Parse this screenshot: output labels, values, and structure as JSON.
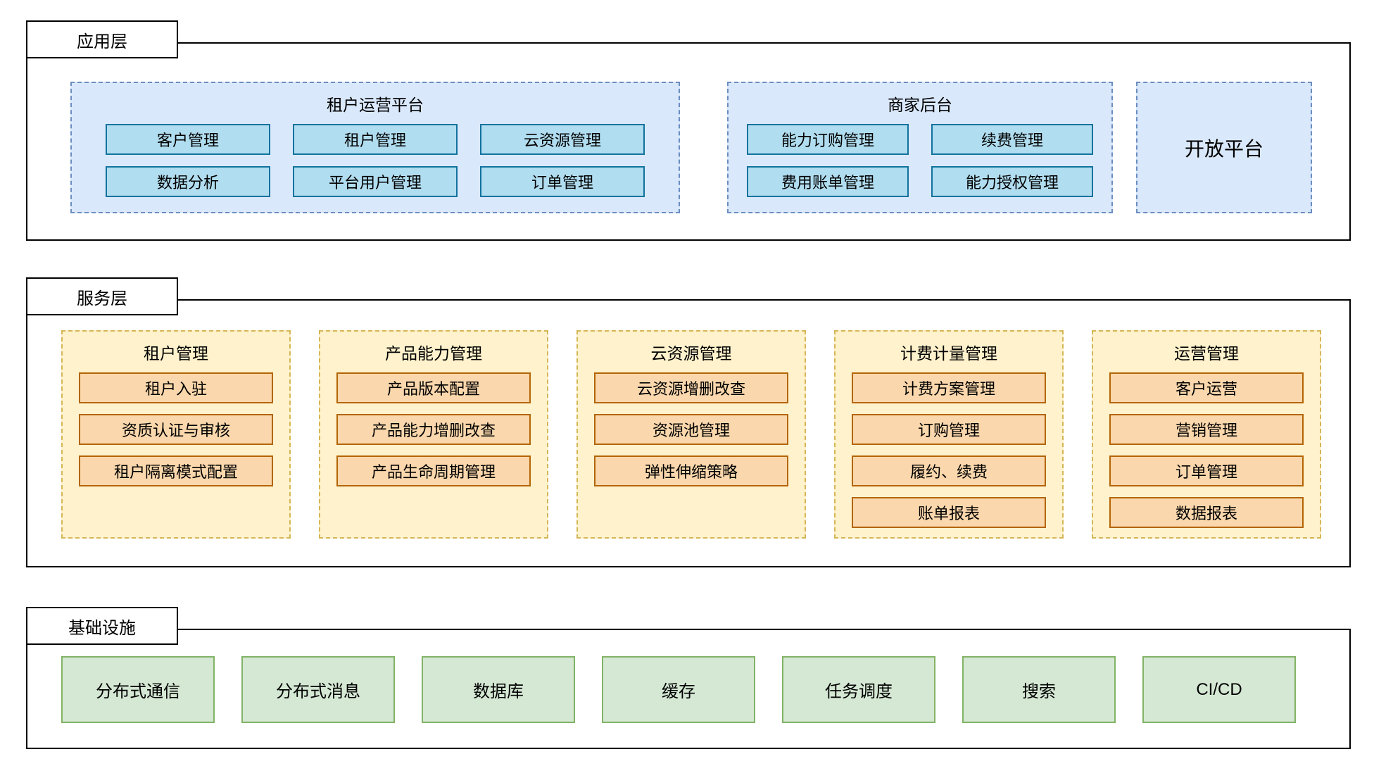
{
  "layers": {
    "application": {
      "tab": "应用层",
      "groups": [
        {
          "title": "租户运营平台",
          "items": [
            "客户管理",
            "租户管理",
            "云资源管理",
            "数据分析",
            "平台用户管理",
            "订单管理"
          ]
        },
        {
          "title": "商家后台",
          "items": [
            "能力订购管理",
            "续费管理",
            "费用账单管理",
            "能力授权管理"
          ]
        },
        {
          "title": "开放平台",
          "items": []
        }
      ]
    },
    "service": {
      "tab": "服务层",
      "groups": [
        {
          "title": "租户管理",
          "items": [
            "租户入驻",
            "资质认证与审核",
            "租户隔离模式配置"
          ]
        },
        {
          "title": "产品能力管理",
          "items": [
            "产品版本配置",
            "产品能力增删改查",
            "产品生命周期管理"
          ]
        },
        {
          "title": "云资源管理",
          "items": [
            "云资源增删改查",
            "资源池管理",
            "弹性伸缩策略"
          ]
        },
        {
          "title": "计费计量管理",
          "items": [
            "计费方案管理",
            "订购管理",
            "履约、续费",
            "账单报表"
          ]
        },
        {
          "title": "运营管理",
          "items": [
            "客户运营",
            "营销管理",
            "订单管理",
            "数据报表"
          ]
        }
      ]
    },
    "infrastructure": {
      "tab": "基础设施",
      "items": [
        "分布式通信",
        "分布式消息",
        "数据库",
        "缓存",
        "任务调度",
        "搜索",
        "CI/CD"
      ]
    }
  },
  "colors": {
    "section_border": "#000000",
    "blue_group_bg": "#dae8fc",
    "blue_group_border": "#6c8ebf",
    "blue_item_bg": "#b1ddf0",
    "blue_item_border": "#10739e",
    "yellow_group_bg": "#fff2cc",
    "yellow_group_border": "#d6b656",
    "orange_item_bg": "#fad7ac",
    "orange_item_border": "#b46504",
    "green_item_bg": "#d5e8d4",
    "green_item_border": "#82b366"
  }
}
